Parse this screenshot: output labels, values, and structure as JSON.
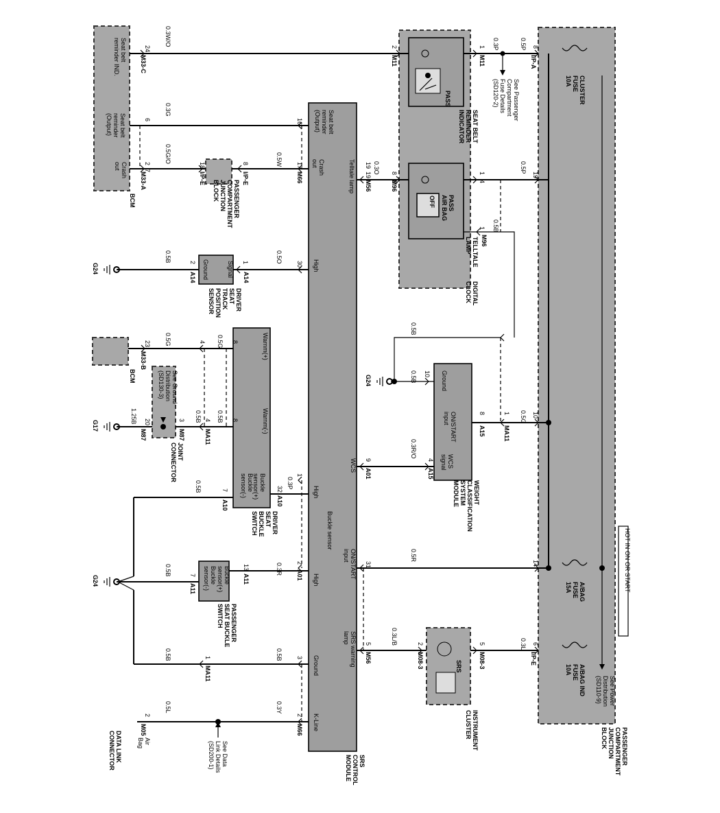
{
  "diagram": {
    "hot_label": "HOT IN ON OR START",
    "components": {
      "pcjb_main": [
        "PASSENGER",
        "COMPARTMENT",
        "JUNCTION",
        "BLOCK"
      ],
      "srs_module": [
        "SRS",
        "CONTROL",
        "MODULE"
      ],
      "bcm_top": "BCM",
      "bcm_bottom": "BCM",
      "pcjb_small": [
        "PASSENGER",
        "COMPARTMENT",
        "JUNCTION",
        "BLOCK"
      ],
      "digital_clock": [
        "DIGITAL",
        "CLOCK"
      ],
      "seat_belt_indicator": [
        "SEAT BELT",
        "REMINDER",
        "INDICATOR"
      ],
      "telltale_lamp": [
        "TELLTALE",
        "LAMP"
      ],
      "wcs_module": [
        "WEIGHT",
        "CLASSIFICATION",
        "SYSTEM",
        "MODULE"
      ],
      "instrument_cluster": [
        "INSTRUMENT",
        "CLUSTER"
      ],
      "driver_track": [
        "DRIVER",
        "SEAT",
        "TRACK",
        "POSITION",
        "SENSOR"
      ],
      "driver_buckle": [
        "DRIVER",
        "SEAT",
        "BUCKLE",
        "SWITCH"
      ],
      "pass_buckle": [
        "PASSENGER",
        "SEAT BUCKLE",
        "SWITCH"
      ],
      "joint_connector": [
        "JOINT",
        "CONNECTOR"
      ],
      "data_link": [
        "DATA LINK",
        "CONNECTOR"
      ]
    },
    "fuses": [
      [
        "CLUSTER",
        "FUSE",
        "10A"
      ],
      [
        "A/BAG",
        "FUSE",
        "15A"
      ],
      [
        "A/BAG IND",
        "FUSE",
        "10A"
      ]
    ],
    "notes": {
      "power": [
        "See Power",
        "Distribution",
        "(SD110-9)"
      ],
      "fuse_details": [
        "See Passenger",
        "Compartment",
        "Fuse Details",
        "(SD120-2)"
      ],
      "ground": [
        "See Ground",
        "Distribution",
        "(SD130-3)"
      ],
      "data_link": [
        "See Data",
        "Link Details",
        "(SD200-1)"
      ],
      "air_bag": [
        "Air",
        "Bag"
      ]
    },
    "pins": {
      "srs_seatbelt_out": [
        "Seat belt",
        "reminder",
        "(Output)"
      ],
      "srs_crash": [
        "Crash",
        "out"
      ],
      "srs_telltale": "Telltale lamp",
      "srs_high_track": "High",
      "srs_wcs": "WCS",
      "srs_high_driver": "High",
      "srs_buckle_sensor": "Buckle sensor",
      "srs_high_pass": "High",
      "srs_onstart": [
        "ON/START",
        "input"
      ],
      "srs_warning": [
        "SRS warning",
        "lamp"
      ],
      "srs_ground": "Ground",
      "srs_kline": "K-Line",
      "bcm_seatbelt_ind": [
        "Seat belt",
        "reminder IND."
      ],
      "bcm_seatbelt_out": [
        "Seat belt",
        "reminder",
        "(Output)"
      ],
      "bcm_crash": [
        "Crash",
        "out"
      ],
      "track_signal": "Signal",
      "track_ground": "Ground",
      "drv_warn_pos": "Warnm(+)",
      "drv_warn_neg": "Warnm(-)",
      "drv_buckle_pos": [
        "Buckle",
        "sensor(+)"
      ],
      "drv_buckle_neg": [
        "Buckle",
        "sensor(-)"
      ],
      "pass_buckle_pos": [
        "Buckle",
        "sensor(+)"
      ],
      "pass_buckle_neg": [
        "Buckle",
        "sensor(-)"
      ],
      "wcs_ground": "Ground",
      "wcs_onstart": [
        "ON/START",
        "input"
      ],
      "wcs_signal": [
        "WCS",
        "signal"
      ],
      "pass_sbr": "PASS",
      "pass_ab": [
        "PASS",
        "AIR BAG"
      ],
      "off": "OFF",
      "srs_icon": "SRS"
    },
    "connectors": {
      "ipa": "I/P-A",
      "m11_a": "M11",
      "m11_b": "M11",
      "m96_a": "M96",
      "m96_b": "M96",
      "m56_a": "M56",
      "m66_a": "M66",
      "ipe_a": "I/P-E",
      "ipe_b": "I/P-E",
      "m33c": "M33-C",
      "m33a": "M33-A",
      "a14_a": "A14",
      "a14_b": "A14",
      "ma11_a": "MA11",
      "a15_a": "A15",
      "a15_b": "A15",
      "a01_a": "A01",
      "a01_b": "A01",
      "m33b": "M33-B",
      "m87_a": "M87",
      "m87_b": "M87",
      "ma11_b": "MA11",
      "a10_a": "A10",
      "a10_b": "A10",
      "a11_a": "A11",
      "a11_b": "A11",
      "ipe_c": "I/P-E",
      "m083_a": "M08-3",
      "m083_b": "M08-3",
      "m56_b": "M56",
      "ma11_c": "MA11",
      "m66_b": "M66",
      "m05": "M05"
    },
    "grounds": {
      "g24_a": "G24",
      "g24_b": "G24",
      "g17": "G17",
      "g24_c": "G24"
    },
    "wire_labels": {
      "w_03wo": "0.3W/O",
      "w_03g": "0.3G",
      "w_05go": "0.5G/O",
      "w_03p_a": "0.3P",
      "w_05p_a": "0.5P",
      "w_05p_b": "0.5P",
      "w_03o": "0.3O",
      "w_05w": "0.5W",
      "w_05b_a": "0.5B",
      "w_05o": "0.5O",
      "w_05b_b": "0.5B",
      "w_05b_c": "0.5B",
      "w_05g_a": "0.5G",
      "w_05g_b": "0.5G",
      "w_05g_c": "0.5G",
      "w_05b_d": "0.5B",
      "w_05b_e": "0.5B",
      "w_125b": "1.25B",
      "w_05b_f": "0.5B",
      "w_03ro": "0.3R/O",
      "w_03p_b": "0.3P",
      "w_05r": "0.5R",
      "w_03r": "0.3R",
      "w_05b_g": "0.5B",
      "w_03l": "0.3L",
      "w_03lb": "0.3L/B",
      "w_05b_h": "0.5B",
      "w_05b_i": "0.5B",
      "w_05b_j": "0.5B",
      "w_03y": "0.3Y",
      "w_05l": "0.5L"
    },
    "pin_numbers": [
      "24",
      "2",
      "8",
      "1",
      "8",
      "1",
      "19",
      "2",
      "19",
      "4",
      "1",
      "16",
      "17",
      "18",
      "8",
      "6",
      "2",
      "19",
      "7",
      "30",
      "1",
      "2",
      "10",
      "10",
      "1",
      "8",
      "4",
      "9",
      "23",
      "4",
      "8",
      "4",
      "8",
      "3",
      "20",
      "1",
      "32",
      "7",
      "2",
      "31",
      "13",
      "7",
      "2",
      "5",
      "6",
      "5",
      "1",
      "3",
      "2",
      "2",
      "14",
      "13",
      "9"
    ]
  }
}
